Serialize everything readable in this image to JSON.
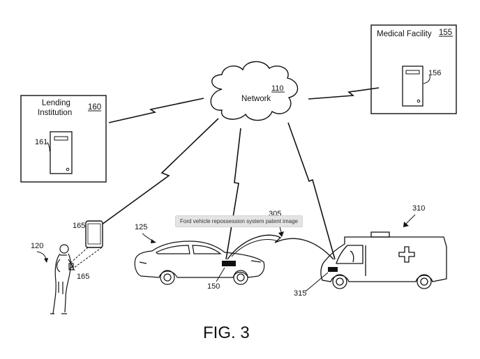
{
  "figure": {
    "caption": "FIG. 3",
    "tooltip": "Ford vehicle repossession system patent image"
  },
  "nodes": {
    "network": {
      "label": "Network",
      "ref": "110"
    },
    "medical_facility": {
      "label": "Medical Facility",
      "ref": "155",
      "server_ref": "156"
    },
    "lending_institution": {
      "label_line1": "Lending",
      "label_line2": "Institution",
      "ref": "160",
      "server_ref": "161"
    },
    "user": {
      "ref": "120"
    },
    "mobile_device": {
      "ref_top": "165",
      "ref_bottom": "165"
    },
    "car": {
      "ref": "125",
      "module_ref": "150"
    },
    "ambulance": {
      "ref": "310",
      "module_ref": "315"
    },
    "v2v_link": {
      "ref": "305"
    }
  }
}
